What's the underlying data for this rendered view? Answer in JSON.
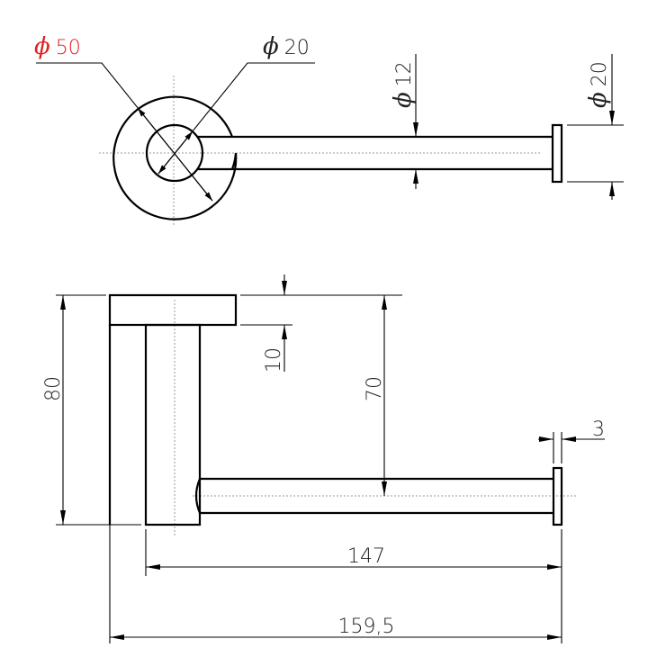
{
  "colors": {
    "highlight": "#e02020",
    "line": "#000000"
  },
  "top_view": {
    "phi_symbol": "ϕ",
    "flange_diameter": "50",
    "post_diameter": "20",
    "bar_diameter": "12",
    "cap_diameter": "20"
  },
  "side_view": {
    "total_height": "80",
    "flange_thickness": "10",
    "bar_height": "70",
    "cap_thickness": "3",
    "bar_length": "147",
    "total_length": "159,5"
  }
}
